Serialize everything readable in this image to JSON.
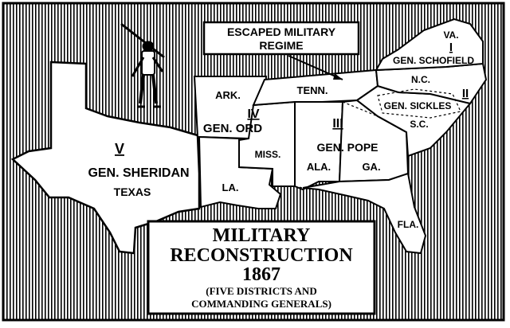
{
  "map": {
    "callout": {
      "line1": "ESCAPED MILITARY",
      "line2": "REGIME"
    },
    "title": {
      "line1": "MILITARY",
      "line2": "RECONSTRUCTION",
      "year": "1867"
    },
    "subtitle": {
      "line1": "(FIVE DISTRICTS AND",
      "line2": "COMMANDING GENERALS)"
    },
    "districts": [
      {
        "numeral": "V",
        "general": "GEN. SHERIDAN",
        "states": [
          "TEXAS",
          "LA."
        ]
      },
      {
        "numeral": "IV",
        "general": "GEN. ORD",
        "states": [
          "ARK.",
          "MISS."
        ]
      },
      {
        "numeral": "III",
        "general": "GEN. POPE",
        "states": [
          "ALA.",
          "GA.",
          "FLA."
        ]
      },
      {
        "numeral": "II",
        "general": "GEN. SICKLES",
        "states": [
          "N.C.",
          "S.C."
        ]
      },
      {
        "numeral": "I",
        "general": "GEN. SCHOFIELD",
        "states": [
          "VA."
        ]
      }
    ],
    "other_states": [
      "TENN."
    ],
    "figure": "soldier-icon"
  }
}
